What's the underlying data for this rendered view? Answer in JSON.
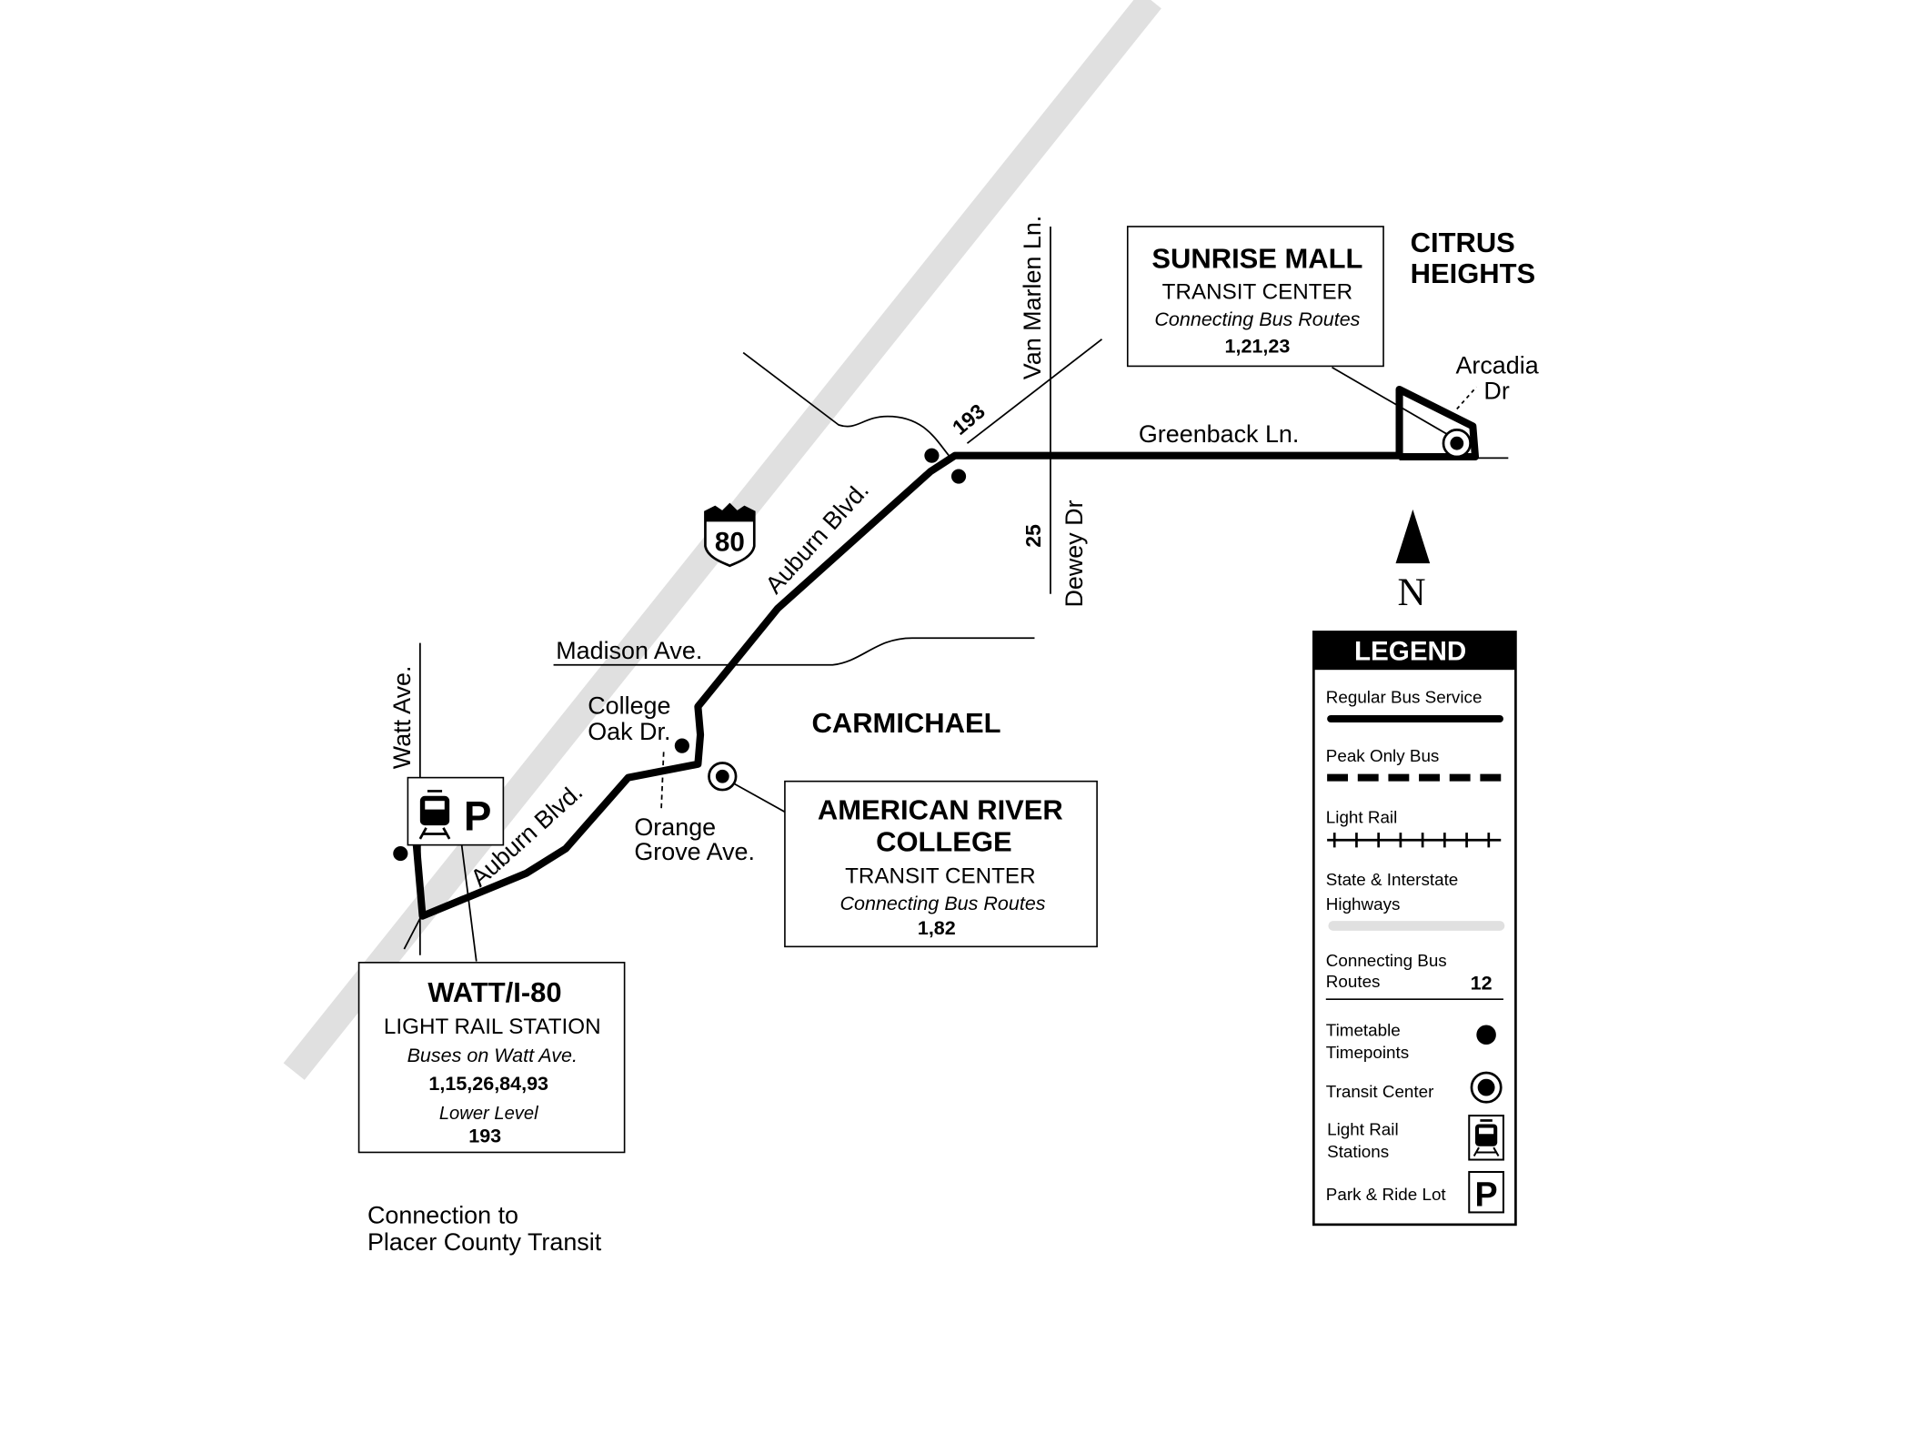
{
  "colors": {
    "route": "#000000",
    "highway": "#e0e0e0",
    "background": "#ffffff"
  },
  "map": {
    "streets": {
      "van_marlen": "Van Marlen Ln.",
      "greenback": "Greenback Ln.",
      "arcadia_1": "Arcadia",
      "arcadia_2": "Dr",
      "dewey": "Dewey Dr",
      "auburn_upper": "Auburn Blvd.",
      "auburn_lower": "Auburn Blvd.",
      "madison": "Madison Ave.",
      "college_oak_1": "College",
      "college_oak_2": "Oak Dr.",
      "orange_grove_1": "Orange",
      "orange_grove_2": "Grove Ave.",
      "watt": "Watt Ave."
    },
    "route_labels": {
      "r193": "193",
      "r25": "25"
    },
    "interstate_shield": "80",
    "areas": {
      "citrus_1": "CITRUS",
      "citrus_2": "HEIGHTS",
      "carmichael": "CARMICHAEL"
    },
    "north": "N",
    "placer": {
      "line1": "Connection to",
      "line2": "Placer County Transit"
    },
    "park_ride_letter": "P",
    "sunrise": {
      "title": "SUNRISE MALL",
      "subtitle": "TRANSIT CENTER",
      "connecting": "Connecting Bus Routes",
      "routes": "1,21,23"
    },
    "arc": {
      "title1": "AMERICAN RIVER",
      "title2": "COLLEGE",
      "subtitle": "TRANSIT CENTER",
      "connecting": "Connecting Bus Routes",
      "routes": "1,82"
    },
    "watt_station": {
      "title": "WATT/I-80",
      "subtitle": "LIGHT RAIL STATION",
      "buses": "Buses on Watt Ave.",
      "routes": "1,15,26,84,93",
      "lower": "Lower Level",
      "lower_routes": "193"
    }
  },
  "legend": {
    "title": "LEGEND",
    "regular": "Regular Bus Service",
    "peak": "Peak Only Bus",
    "light_rail": "Light Rail",
    "highways_1": "State & Interstate",
    "highways_2": "Highways",
    "connecting_1": "Connecting Bus",
    "connecting_2": "Routes",
    "connecting_example": "12",
    "timepoints_1": "Timetable",
    "timepoints_2": "Timepoints",
    "transit_center": "Transit Center",
    "lr_stations_1": "Light Rail",
    "lr_stations_2": "Stations",
    "park_ride": "Park & Ride Lot",
    "park_letter": "P"
  }
}
